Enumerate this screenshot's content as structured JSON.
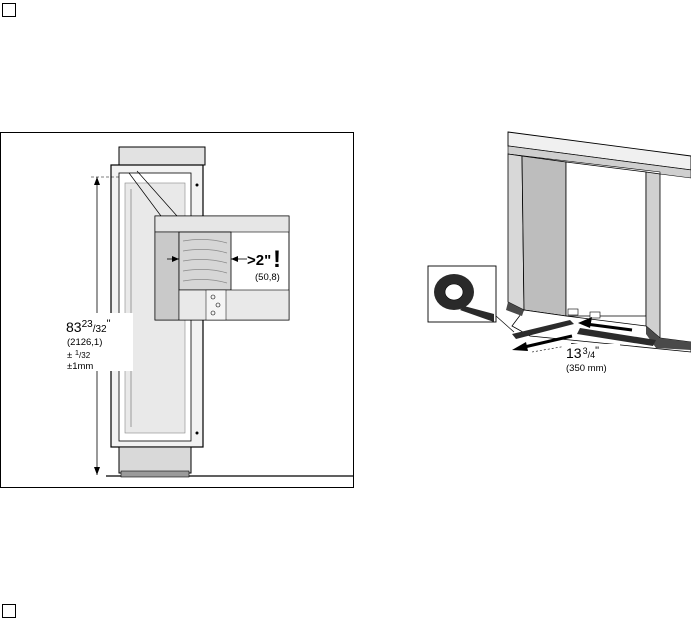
{
  "checkboxes": [
    "top",
    "bottom"
  ],
  "height_dimension": {
    "main_whole": "83",
    "main_num": "23",
    "main_den": "32",
    "main_unit": "\"",
    "metric": "(2126,1)",
    "tol_prefix": "± ",
    "tol_num": "1",
    "tol_den": "32",
    "tol_metric": "±1mm"
  },
  "gap_dimension": {
    "prefix": ">",
    "value": "2\"",
    "alert": "!",
    "metric": "(50,8)"
  },
  "tape_dimension": {
    "whole": "13",
    "num": "3",
    "den": "4",
    "unit": "\"",
    "metric": "(350 mm)"
  },
  "colors": {
    "line": "#000000",
    "gray_light": "#e6e6e6",
    "gray_mid": "#c8c8c8",
    "gray_dark": "#9a9a9a",
    "wood": "#d6d6d6"
  }
}
